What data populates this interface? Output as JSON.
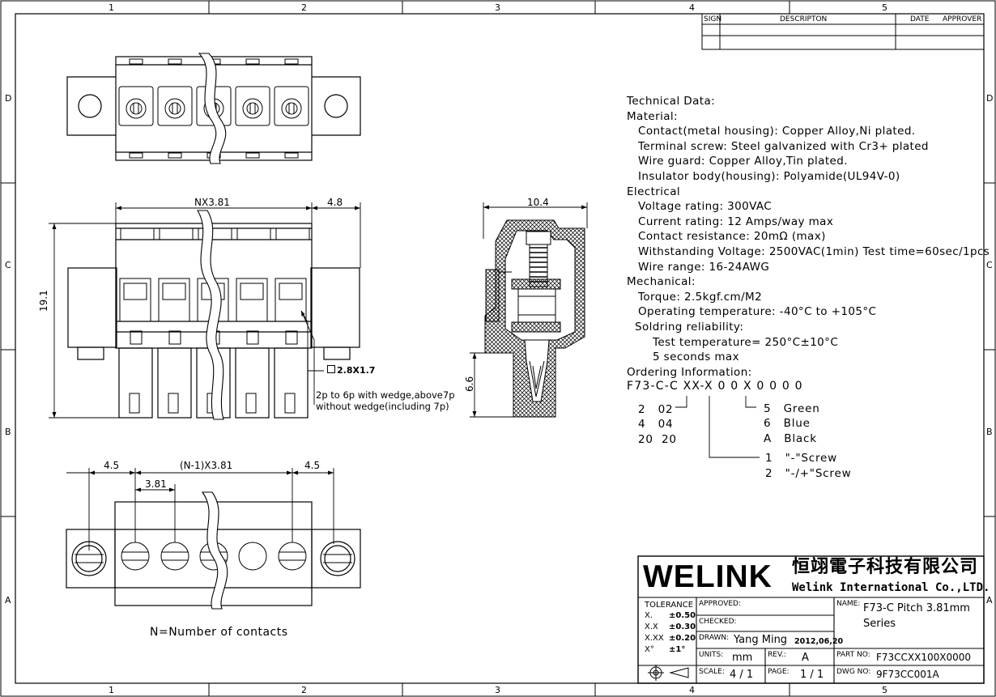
{
  "zones": {
    "columns": [
      "1",
      "2",
      "3",
      "4",
      "5"
    ],
    "rows": [
      "D",
      "C",
      "B",
      "A"
    ]
  },
  "revision_table": {
    "sign": "SIGN",
    "description": "DESCRIPTON",
    "date": "DATE",
    "approver": "APPROVER"
  },
  "technical_data": [
    {
      "text": "Technical Data:",
      "level": 0
    },
    {
      "text": "Material:",
      "level": 0
    },
    {
      "text": "Contact(metal housing): Copper Alloy,Ni plated.",
      "level": 1
    },
    {
      "text": "Terminal screw: Steel galvanized with Cr3+ plated",
      "level": 1
    },
    {
      "text": "Wire guard: Copper Alloy,Tin plated.",
      "level": 1
    },
    {
      "text": "Insulator body(housing): Polyamide(UL94V-0)",
      "level": 1
    },
    {
      "text": "Electrical",
      "level": 0
    },
    {
      "text": "Voltage rating: 300VAC",
      "level": 1
    },
    {
      "text": "Current rating: 12 Amps/way max",
      "level": 1
    },
    {
      "text": "Contact resistance: 20mΩ (max)",
      "level": 1
    },
    {
      "text": "Withstanding Voltage: 2500VAC(1min) Test time=60sec/1pcs",
      "level": 1
    },
    {
      "text": "Wire range: 16-24AWG",
      "level": 1
    },
    {
      "text": "Mechanical:",
      "level": 0
    },
    {
      "text": "Torque: 2.5kgf.cm/M2",
      "level": 1
    },
    {
      "text": "Operating temperature: -40°C to +105°C",
      "level": 1
    },
    {
      "text": "Soldring reliability:",
      "level": 2
    },
    {
      "text": "Test temperature= 250°C±10°C",
      "level": 3
    },
    {
      "text": "5 seconds max",
      "level": 3
    },
    {
      "text": "Ordering Information:",
      "level": 0
    }
  ],
  "ordering": {
    "code": "F73-C-C XX-X 0 0 X 0 0 0 0",
    "pins": [
      "2   02",
      "4   04",
      "20  20"
    ],
    "colors": [
      "5   Green",
      "6   Blue",
      "A   Black"
    ],
    "screws": [
      "1   \"-\"Screw",
      "2   \"-/+\"Screw"
    ]
  },
  "dimensions": {
    "nx": "NX3.81",
    "side": "4.8",
    "height": "19.1",
    "pin": "2.8X1.7",
    "depth": "10.4",
    "pin_length": "6.6",
    "end_left": "4.5",
    "pitch_n": "(N-1)X3.81",
    "end_right": "4.5",
    "pitch": "3.81"
  },
  "notes": {
    "wedge1": "2p to 6p with wedge,above7p",
    "wedge2": "without wedge(including 7p)",
    "contacts": "N=Number of contacts"
  },
  "title_block": {
    "logo": "WELINK",
    "company_cn": "恒翊電子科技有限公司",
    "company_en": "Welink International Co.,LTD.",
    "tolerance_label": "TOLERANCE",
    "tolerances": [
      {
        "k": "X.",
        "v": "±0.50"
      },
      {
        "k": "X.X",
        "v": "±0.30"
      },
      {
        "k": "X.XX",
        "v": "±0.20"
      },
      {
        "k": "X°",
        "v": "±1°"
      }
    ],
    "approved_label": "APPROVED:",
    "checked_label": "CHECKED:",
    "drawn_label": "DRAWN:",
    "drawn_by": "Yang Ming",
    "drawn_date": "2012,06,20",
    "units_label": "UNITS:",
    "units": "mm",
    "rev_label": "REV.:",
    "rev": "A",
    "scale_label": "SCALE:",
    "scale": "4 / 1",
    "page_label": "PAGE:",
    "page": "1 / 1",
    "name_label": "NAME:",
    "name_line1": "F73-C Pitch 3.81mm",
    "name_line2": "Series",
    "part_no_label": "PART NO:",
    "part_no": "F73CCXX100X0000",
    "dwg_no_label": "DWG NO:",
    "dwg_no": "9F73CC001A"
  }
}
